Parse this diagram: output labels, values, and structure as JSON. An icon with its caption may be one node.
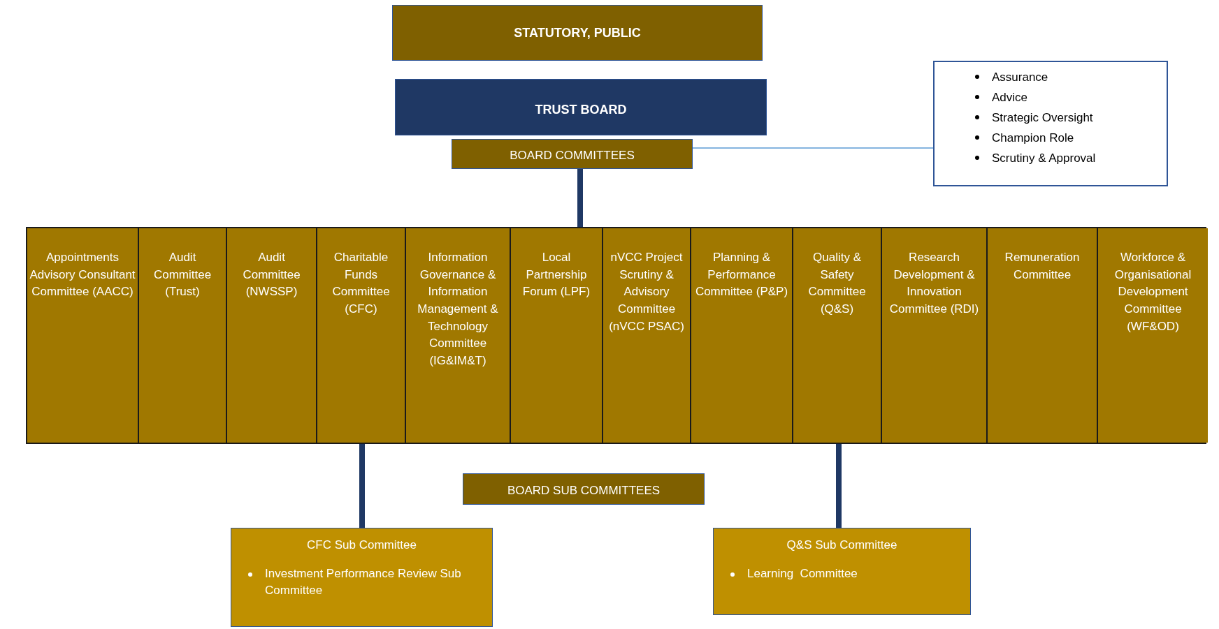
{
  "diagram": {
    "nodes": [
      {
        "text": [
          "STATUTORY, PUBLIC"
        ]
      },
      {
        "text": [
          "TRUST BOARD"
        ]
      },
      {
        "text": [
          "BOARD COMMITTEES"
        ]
      },
      {
        "text": [
          "Assurance",
          "Advice",
          "Strategic Oversight",
          "Champion Role",
          "Scrutiny & Approval"
        ]
      },
      {
        "text": [],
        "shape": "box"
      },
      {
        "text": [
          "Appointments Advisory Consultant Committee (AACC)"
        ],
        "in": 4
      },
      {
        "text": [
          "Audit Committee (Trust)"
        ],
        "in": 4
      },
      {
        "text": [
          "Audit Committee (NWSSP)"
        ],
        "in": 4
      },
      {
        "text": [
          "Charitable Funds Committee (CFC)"
        ],
        "in": 4
      },
      {
        "text": [
          "Information Governance & Information Management & Technology Committee (IG&IM&T)"
        ],
        "in": 4
      },
      {
        "text": [
          "Local Partnership Forum (LPF)"
        ],
        "in": 4
      },
      {
        "text": [
          "nVCC Project Scrutiny & Advisory Committee (nVCC PSAC)"
        ],
        "in": 4
      },
      {
        "text": [
          "Planning & Performance Committee (P&P)"
        ],
        "in": 4
      },
      {
        "text": [
          "Quality & Safety Committee (Q&S)"
        ],
        "in": 4
      },
      {
        "text": [
          "Research Development & Innovation Committee (RDI)"
        ],
        "in": 4
      },
      {
        "text": [
          "Remuneration Committee"
        ],
        "in": 4
      },
      {
        "text": [
          "Workforce & Organisational Development Committee (WF&OD)"
        ],
        "in": 4
      },
      {
        "text": [
          "BOARD SUB COMMITTEES"
        ]
      },
      {
        "text": [
          "CFC Sub Committee",
          "Investment Performance Review Sub Committee"
        ]
      },
      {
        "text": [
          "Q&S Sub Committee",
          "Learning  Committee"
        ]
      }
    ],
    "edges": [
      {
        "from": 2,
        "to": 3,
        "arrow": "none",
        "color": "#5b9bd5"
      },
      {
        "from": 2,
        "to": 4,
        "arrow": "none"
      },
      {
        "from": 8,
        "to": 18,
        "arrow": "none"
      },
      {
        "from": 13,
        "to": 19,
        "arrow": "none"
      }
    ]
  }
}
